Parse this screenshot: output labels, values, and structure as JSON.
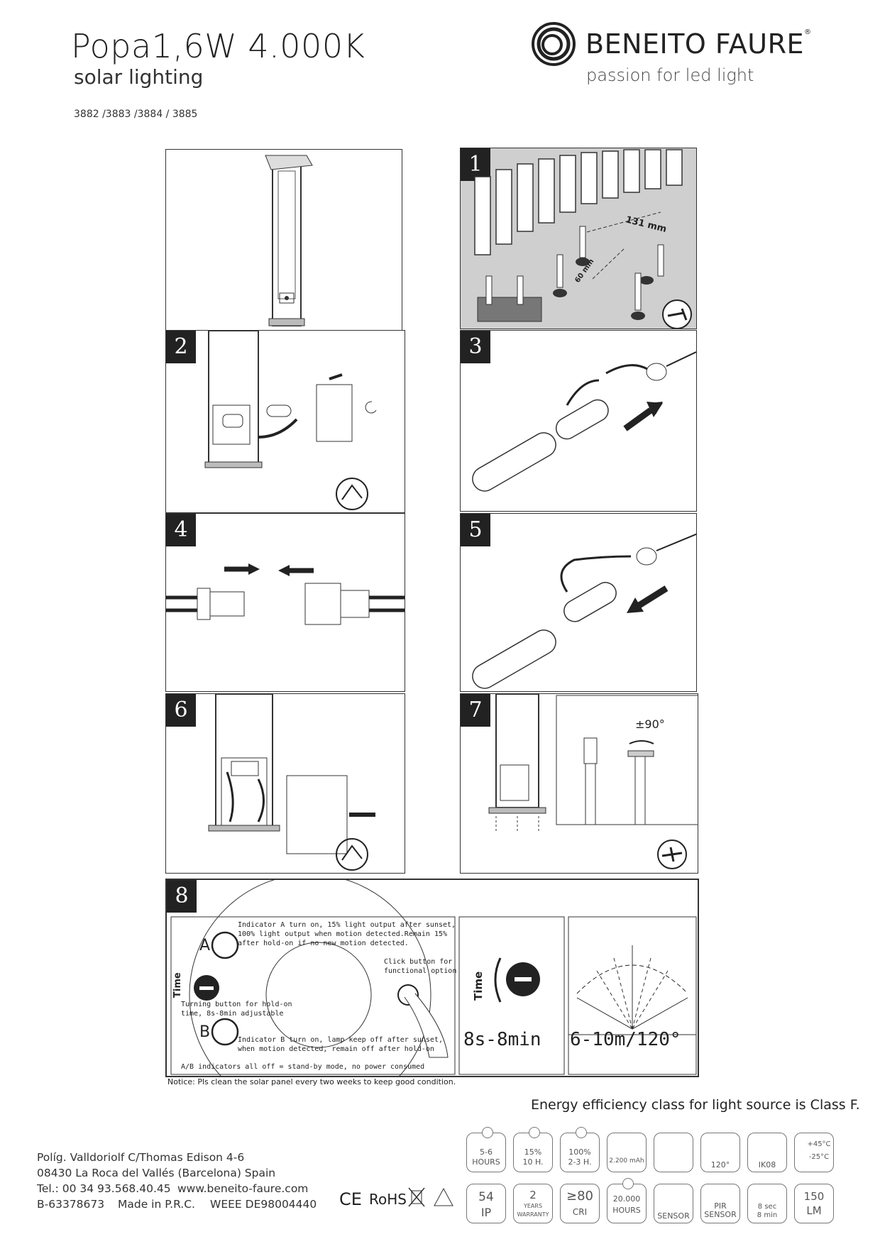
{
  "header": {
    "title": "Popa1,6W 4.000K",
    "subtitle": "solar lighting",
    "codes": "3882 /3883 /3884 / 3885",
    "brand": "BENEITO FAURE",
    "brand_mark": "®",
    "tagline": "passion for led light"
  },
  "steps": {
    "s1": "1",
    "s2": "2",
    "s3": "3",
    "s4": "4",
    "s5": "5",
    "s6": "6",
    "s7": "7",
    "s8": "8",
    "dim_131": "131 mm",
    "dim_60": "60 mm",
    "rotation": "±90°"
  },
  "panel8": {
    "indicator_a_text": "Indicator A turn on, 15% light output after sunset,",
    "indicator_a_text2": "100% light output when motion detected.Remain 15%",
    "indicator_a_text3": "after hold-on if           no new motion detected.",
    "label_a": "A",
    "label_b": "B",
    "time_label": "Time",
    "click_text": "Click button for",
    "click_text2": "functional option",
    "turning_text": "Turning button for hold-on",
    "turning_text2": "time, 8s-8min adjustable",
    "indicator_b_text": "Indicator B turn on,  lamp keep off after sunset,",
    "indicator_b_text2": "when motion detected, remain off after hold-on",
    "ab_indicators": "A/B indicators   all off = stand-by mode, no power consumed",
    "time_range": "8s-8min",
    "detection": "6-10m/120°"
  },
  "notice": "Notice:  Pls clean the solar panel every two weeks to keep good condition.",
  "energy": "Energy efficiency class for light source is Class F.",
  "footer": {
    "address1": "Políg. Valldoriolf C/Thomas Edison 4-6",
    "address2": "08430 La Roca del Vallés (Barcelona) Spain",
    "tel": "Tel.: 00 34 93.568.40.45",
    "web": "www.beneito-faure.com",
    "reg": "B-63378673",
    "made": "Made in P.R.C.",
    "weee": "WEEE  DE98004440",
    "ce": "CE",
    "rohs": "RoHS"
  },
  "spec_icons": {
    "r1": [
      {
        "a": "5-6",
        "b": "HOURS"
      },
      {
        "a": "15%",
        "b": "10 H."
      },
      {
        "a": "100%",
        "b": "2-3 H."
      },
      {
        "a": "",
        "b": "2.200 mAh"
      },
      {
        "a": "",
        "b": ""
      },
      {
        "a": "",
        "b": "120°"
      },
      {
        "a": "",
        "b": "IK08"
      },
      {
        "a": "+45°C",
        "b": "-25°C"
      }
    ],
    "r2": [
      {
        "a": "54",
        "b": "IP"
      },
      {
        "a": "2",
        "b": "YEARS",
        "c": "WARRANTY"
      },
      {
        "a": "≥80",
        "b": "CRI"
      },
      {
        "a": "20.000",
        "b": "HOURS"
      },
      {
        "a": "",
        "b": "SENSOR"
      },
      {
        "a": "PIR",
        "b": "SENSOR"
      },
      {
        "a": "8 sec",
        "b": "8 min"
      },
      {
        "a": "150",
        "b": "LM"
      }
    ]
  }
}
